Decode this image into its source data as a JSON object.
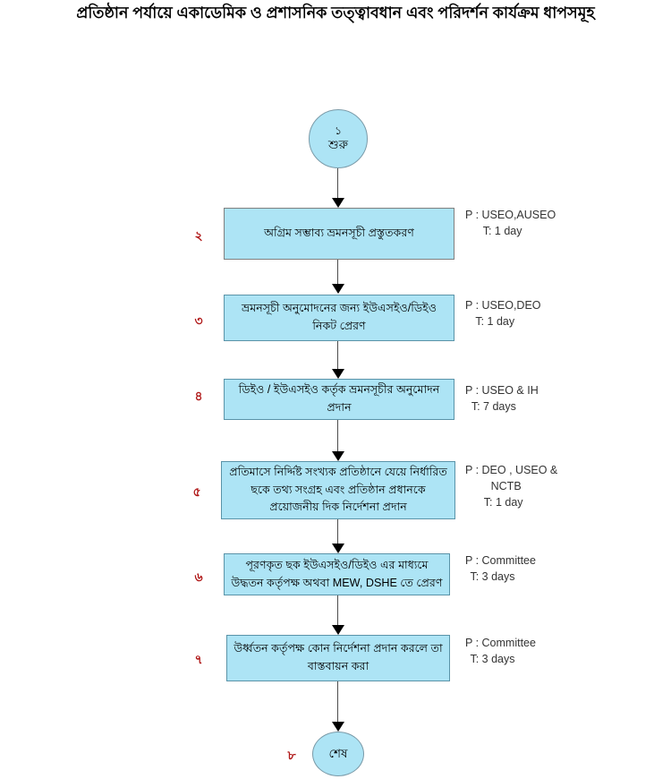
{
  "title": "প্রতিষ্ঠান পর্যায়ে একাডেমিক ও প্রশাসনিক তত্ত্বাবধান এবং পরিদর্শন কার্যক্রম ধাপসমূহ",
  "start_node": {
    "number": "১",
    "label": "শুরু"
  },
  "end_node": {
    "number": "৮",
    "label": "শেষ"
  },
  "steps": [
    {
      "number": "২",
      "text": "অগ্রিম সম্ভাব্য ভ্রমনসূচী প্রস্তুতকরণ",
      "person": "P : USEO,AUSEO",
      "person_cont": "",
      "time": "T: 1 day"
    },
    {
      "number": "৩",
      "text": "ভ্রমনসূচী অনুমোদনের জন্য ইউএসইও/ডিইও নিকট  প্রেরণ",
      "person": "P : USEO,DEO",
      "person_cont": "",
      "time": "T: 1 day"
    },
    {
      "number": "৪",
      "text": "ডিইও / ইউএসইও কর্তৃক ভ্রমনসূচীর অনুমোদন প্রদান",
      "person": "P : USEO & IH",
      "person_cont": "",
      "time": "T: 7 days"
    },
    {
      "number": "৫",
      "text": "প্রতিমাসে নির্দ্দিষ্ট সংখ্যক প্রতিষ্ঠানে যেয়ে নির্ধারিত ছকে তথ্য সংগ্রহ এবং প্রতিষ্ঠান প্রধানকে প্রয়োজনীয় দিক নির্দেশনা প্রদান",
      "person": "P : DEO , USEO &",
      "person_cont": "NCTB",
      "time": "T: 1 day"
    },
    {
      "number": "৬",
      "text": "পূরণকৃত ছক ইউএসইও/ডিইও  এর মাধ্যমে উদ্ধতন কর্তৃপক্ষ অথবা MEW, DSHE তে প্রেরণ",
      "person": "P : Committee",
      "person_cont": "",
      "time": "T: 3 days"
    },
    {
      "number": "৭",
      "text": "উর্ধ্বতন কর্তৃপক্ষ কোন নির্দেশনা প্রদান করলে তা বাস্তবায়ন করা",
      "person": "P : Committee",
      "person_cont": "",
      "time": "T: 3 days"
    }
  ],
  "colors": {
    "node_fill": "#ADE4F5",
    "node_border": "#7f7f7f",
    "step_number": "#B01818",
    "connector": "#4d4d4d",
    "text": "#000000"
  }
}
